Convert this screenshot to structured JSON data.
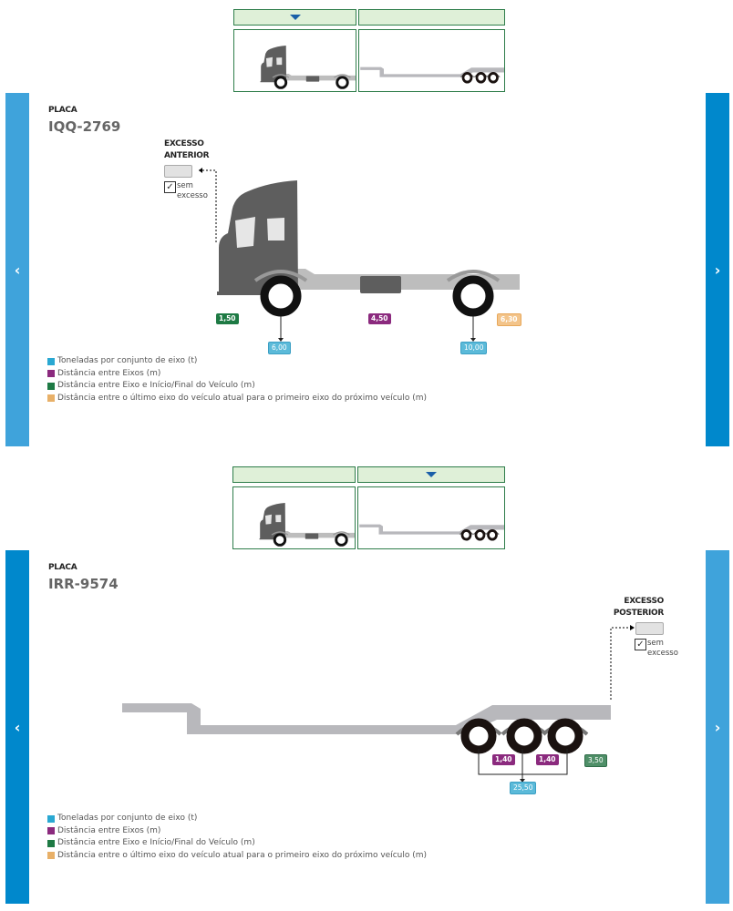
{
  "colors": {
    "nav_light": "#3fa3db",
    "nav_dark": "#0088cc",
    "tab_bg": "#dff0d8",
    "tab_border": "#2e7d4a",
    "tons": "#2aa8d2",
    "axle_dist": "#8b2a7e",
    "axle_end": "#1e7a44",
    "next_vehicle": "#e8b068"
  },
  "icons": {
    "prev": "chevron-left-icon",
    "next": "chevron-right-icon",
    "selected": "caret-down-icon"
  },
  "legend": [
    "Toneladas por conjunto de eixo (t)",
    "Distância entre Eixos (m)",
    "Distância entre Eixo e Início/Final do Veículo (m)",
    "Distância entre o último eixo do veículo atual para o primeiro eixo do próximo veículo (m)"
  ],
  "vehicles": [
    {
      "plate_label": "PLACA",
      "plate": "IQQ-2769",
      "excess_title_1": "EXCESSO",
      "excess_title_2": "ANTERIOR",
      "no_excess_1": "sem",
      "no_excess_2": "excesso",
      "no_excess_checked": true,
      "check_mark": "✓",
      "front_end": "1,50",
      "axle_distance": "4,50",
      "next_distance": "6,30",
      "tons": [
        "6,00",
        "10,00"
      ]
    },
    {
      "plate_label": "PLACA",
      "plate": "IRR-9574",
      "excess_title_1": "EXCESSO",
      "excess_title_2": "POSTERIOR",
      "no_excess_1": "sem",
      "no_excess_2": "excesso",
      "no_excess_checked": true,
      "check_mark": "✓",
      "axle_distances": [
        "1,40",
        "1,40"
      ],
      "rear_end": "3,50",
      "tons": [
        "25,50"
      ]
    }
  ],
  "nav": {
    "prev": "‹",
    "next": "›"
  }
}
